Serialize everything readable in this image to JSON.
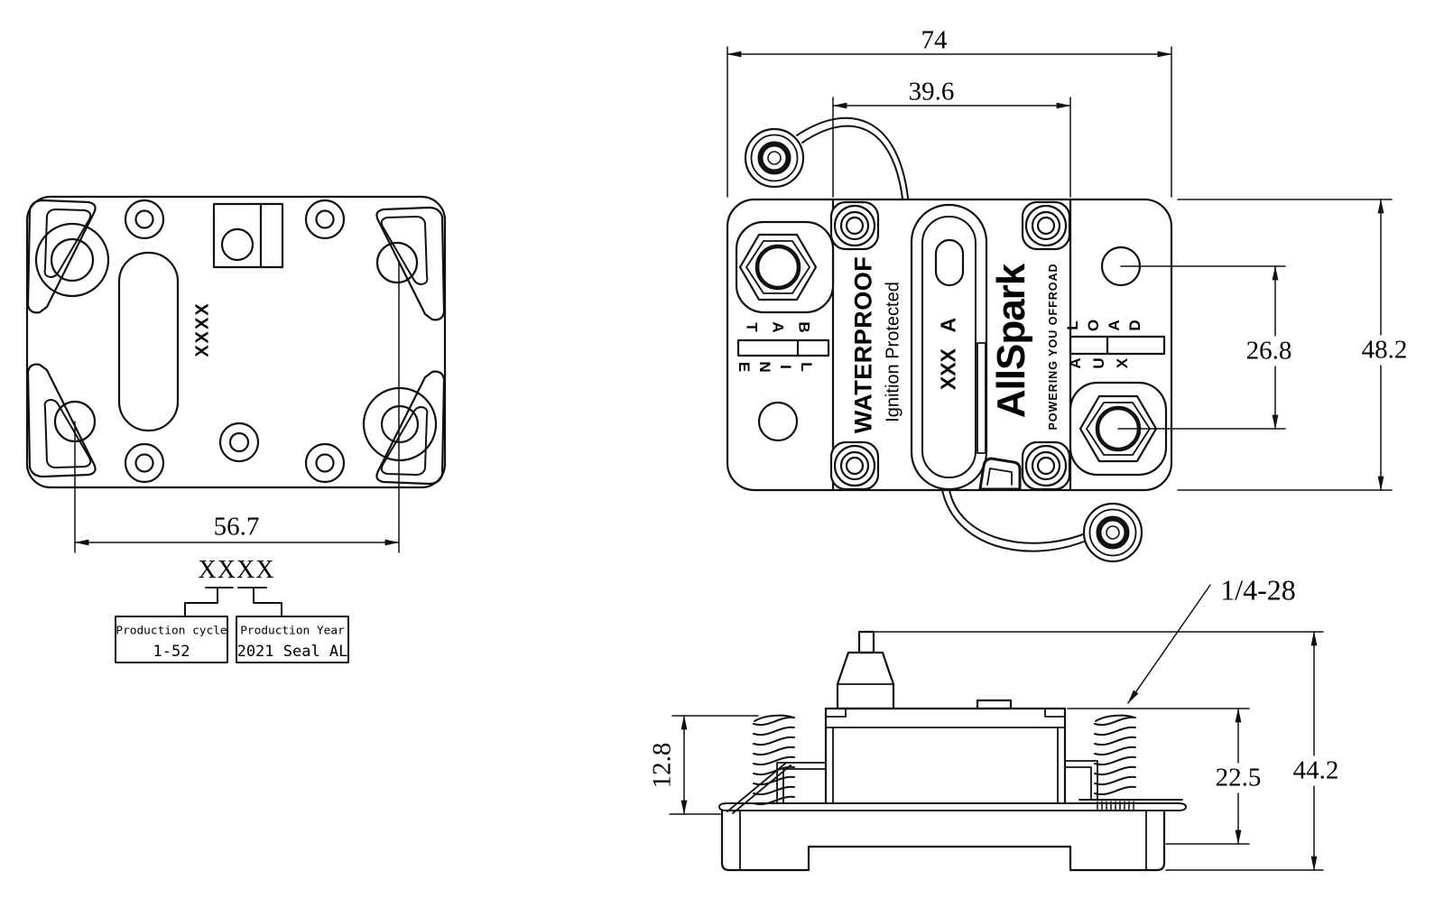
{
  "bottom_view": {
    "marking": "XXXX",
    "width_dim": "56.7"
  },
  "legend": {
    "code": "XXXX",
    "cycle_title": "Production cycle",
    "cycle_value": "1-52",
    "year_title": "Production Year",
    "year_value": "2021 Seal AL"
  },
  "top_view": {
    "dim_overall_width": "74",
    "dim_panel_width": "39.6",
    "dim_terminal_offset": "26.8",
    "dim_overall_height": "48.2",
    "labels": {
      "waterproof": "WATERPROOF",
      "ignition": "Ignition Protected",
      "rating": "XXX A",
      "brand": "AllSpark",
      "tagline": "POWERING YOU OFFROAD",
      "bat": "BAT",
      "line": "LINE",
      "load": "LOAD",
      "aux": "AUX"
    }
  },
  "side_view": {
    "dim_left_stud": "12.8",
    "dim_right_stud": "22.5",
    "dim_overall_height": "44.2",
    "thread_spec": "1/4-28"
  },
  "colors": {
    "line": "#111111",
    "background": "#ffffff"
  }
}
